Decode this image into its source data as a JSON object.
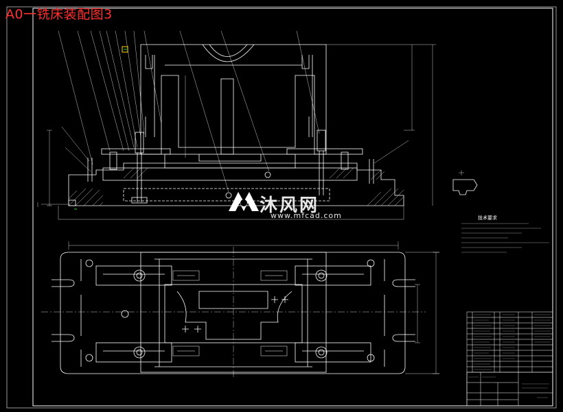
{
  "title": "A0一铣床装配图3",
  "watermark": {
    "text": "沐风网",
    "url": "www.mfcad.com"
  },
  "colors": {
    "background": "#000000",
    "lines": "#ffffff",
    "title": "#ff3030",
    "accent_green": "#2ecc40",
    "accent_yellow": "#ffd700"
  },
  "technical_requirements": {
    "title": "技术要求"
  }
}
